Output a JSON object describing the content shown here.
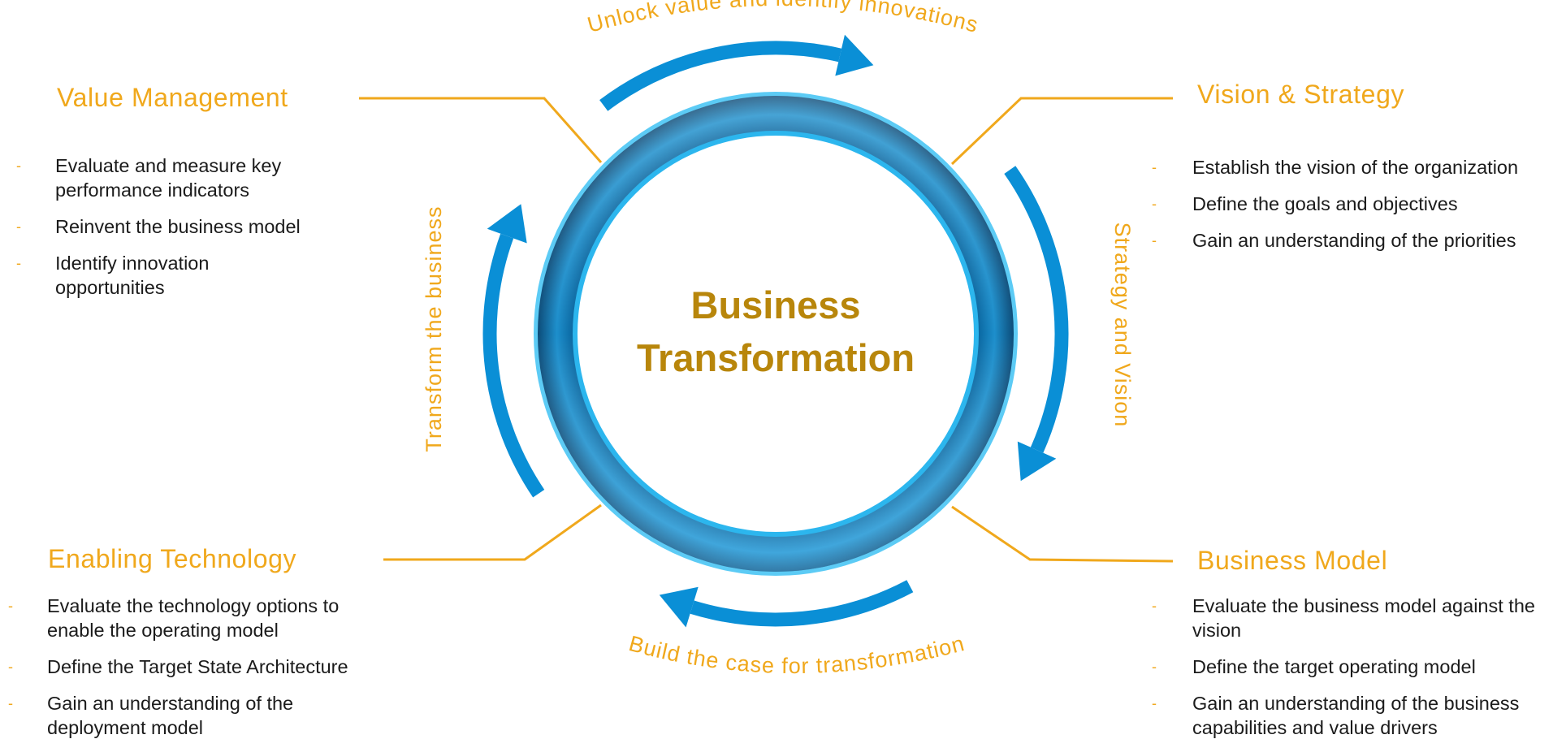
{
  "center": {
    "line1": "Business",
    "line2": "Transformation"
  },
  "cycle_labels": {
    "top": "Unlock value and identify innovations",
    "right": "Strategy and Vision",
    "bottom": "Build the case for transformation",
    "left": "Transform the business"
  },
  "sections": {
    "value_management": {
      "title": "Value Management",
      "items": [
        "Evaluate and measure key performance indicators",
        "Reinvent the business model",
        "Identify innovation opportunities"
      ]
    },
    "vision_strategy": {
      "title": "Vision & Strategy",
      "items": [
        "Establish the vision of the organization",
        "Define the goals and objectives",
        "Gain an understanding of the priorities"
      ]
    },
    "enabling_technology": {
      "title": "Enabling Technology",
      "items": [
        "Evaluate the technology options to enable the operating model",
        "Define the Target State Architecture",
        "Gain an understanding of the deployment model"
      ]
    },
    "business_model": {
      "title": "Business Model",
      "items": [
        "Evaluate the business model against the vision",
        "Define the target operating model",
        "Gain an understanding of the business capabilities and value drivers"
      ]
    }
  },
  "colors": {
    "accent": "#F0A81C",
    "arrow_blue": "#0A8FD6",
    "ring_dark": "#0C4F7C",
    "ring_light": "#2FB8F0",
    "title_gold": "#B8860B",
    "body_text": "#1b1b1b"
  }
}
